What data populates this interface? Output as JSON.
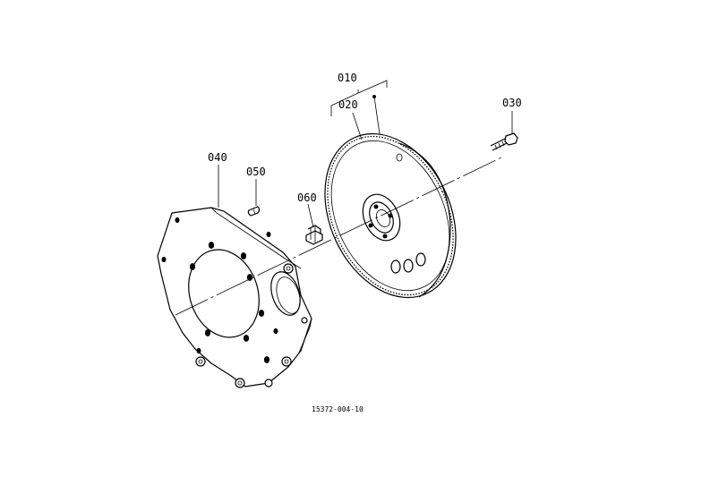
{
  "diagram": {
    "drawing_id": "15372-004-10",
    "callouts": {
      "assembly": "010",
      "flywheel": "020",
      "flywheel_bolt": "030",
      "housing_plate": "040",
      "dowel_pin": "050",
      "plate_bolt": "060"
    }
  }
}
